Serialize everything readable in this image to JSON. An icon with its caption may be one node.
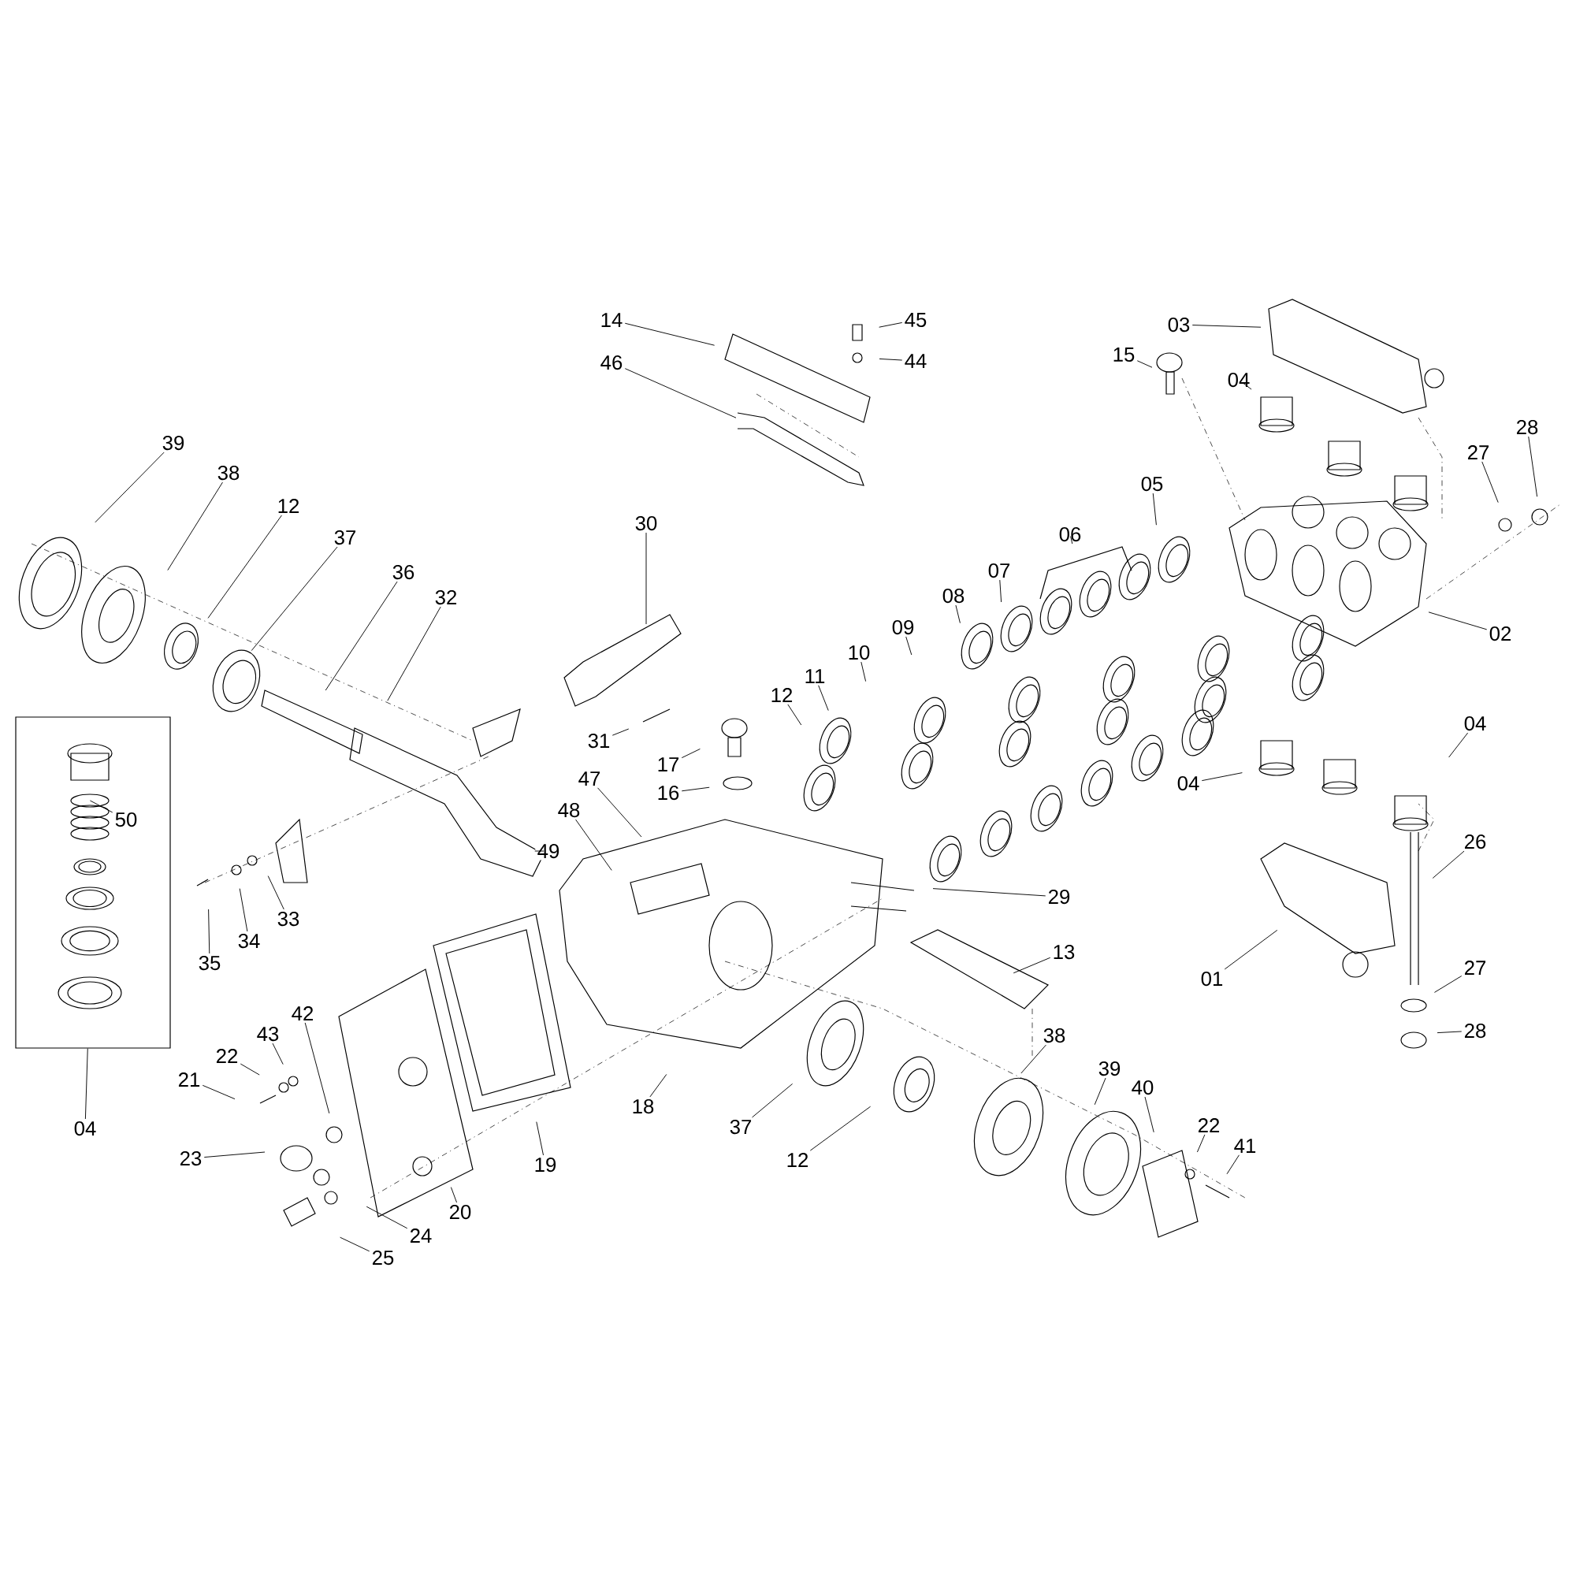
{
  "diagram": {
    "nodes": [
      {
        "text": [
          "14"
        ]
      },
      {
        "text": [
          "45"
        ]
      },
      {
        "text": [
          "44"
        ]
      },
      {
        "text": [
          "46"
        ]
      },
      {
        "text": [
          "03"
        ]
      },
      {
        "text": [
          "15"
        ]
      },
      {
        "text": [
          "04"
        ]
      },
      {
        "text": [
          "27"
        ]
      },
      {
        "text": [
          "28"
        ]
      },
      {
        "text": [
          "39"
        ]
      },
      {
        "text": [
          "38"
        ]
      },
      {
        "text": [
          "12"
        ]
      },
      {
        "text": [
          "37"
        ]
      },
      {
        "text": [
          "36"
        ]
      },
      {
        "text": [
          "32"
        ]
      },
      {
        "text": [
          "30"
        ]
      },
      {
        "text": [
          "05"
        ]
      },
      {
        "text": [
          "06"
        ]
      },
      {
        "text": [
          "07"
        ]
      },
      {
        "text": [
          "08"
        ]
      },
      {
        "text": [
          "09"
        ]
      },
      {
        "text": [
          "10"
        ]
      },
      {
        "text": [
          "11"
        ]
      },
      {
        "text": [
          "12"
        ]
      },
      {
        "text": [
          "02"
        ]
      },
      {
        "text": [
          "31"
        ]
      },
      {
        "text": [
          "17"
        ]
      },
      {
        "text": [
          "16"
        ]
      },
      {
        "text": [
          "47"
        ]
      },
      {
        "text": [
          "48"
        ]
      },
      {
        "text": [
          "49"
        ]
      },
      {
        "text": [
          "50"
        ],
        "in": 61
      },
      {
        "text": [
          "04"
        ]
      },
      {
        "text": [
          "04"
        ]
      },
      {
        "text": [
          "26"
        ]
      },
      {
        "text": [
          "33"
        ]
      },
      {
        "text": [
          "34"
        ]
      },
      {
        "text": [
          "35"
        ]
      },
      {
        "text": [
          "29"
        ]
      },
      {
        "text": [
          "13"
        ]
      },
      {
        "text": [
          "01"
        ]
      },
      {
        "text": [
          "27"
        ]
      },
      {
        "text": [
          "28"
        ]
      },
      {
        "text": [
          "04"
        ]
      },
      {
        "text": [
          "42"
        ]
      },
      {
        "text": [
          "22"
        ]
      },
      {
        "text": [
          "43"
        ]
      },
      {
        "text": [
          "21"
        ]
      },
      {
        "text": [
          "18"
        ]
      },
      {
        "text": [
          "19"
        ]
      },
      {
        "text": [
          "20"
        ]
      },
      {
        "text": [
          "23"
        ]
      },
      {
        "text": [
          "24"
        ]
      },
      {
        "text": [
          "25"
        ]
      },
      {
        "text": [
          "37"
        ]
      },
      {
        "text": [
          "12"
        ]
      },
      {
        "text": [
          "38"
        ]
      },
      {
        "text": [
          "39"
        ]
      },
      {
        "text": [
          "40"
        ]
      },
      {
        "text": [
          "22"
        ]
      },
      {
        "text": [
          "41"
        ]
      },
      {
        "text": [],
        "shape": "box"
      }
    ],
    "edges": [
      {
        "from": 0,
        "to": null,
        "arrow": "none"
      },
      {
        "from": 1,
        "to": null,
        "arrow": "none"
      },
      {
        "from": 2,
        "to": null,
        "arrow": "none"
      },
      {
        "from": 3,
        "to": null,
        "arrow": "none"
      },
      {
        "from": 4,
        "to": null,
        "arrow": "none"
      },
      {
        "from": 5,
        "to": null,
        "arrow": "none"
      },
      {
        "from": 6,
        "to": null,
        "arrow": "none"
      },
      {
        "from": 7,
        "to": null,
        "arrow": "none"
      },
      {
        "from": 8,
        "to": null,
        "arrow": "none"
      },
      {
        "from": 9,
        "to": null,
        "arrow": "none"
      },
      {
        "from": 10,
        "to": null,
        "arrow": "none"
      },
      {
        "from": 11,
        "to": null,
        "arrow": "none"
      },
      {
        "from": 12,
        "to": null,
        "arrow": "none"
      },
      {
        "from": 13,
        "to": null,
        "arrow": "none"
      },
      {
        "from": 14,
        "to": null,
        "arrow": "none"
      },
      {
        "from": 15,
        "to": null,
        "arrow": "none"
      },
      {
        "from": 16,
        "to": null,
        "arrow": "none"
      },
      {
        "from": 17,
        "to": null,
        "arrow": "none"
      },
      {
        "from": 18,
        "to": null,
        "arrow": "none"
      },
      {
        "from": 19,
        "to": null,
        "arrow": "none"
      },
      {
        "from": 20,
        "to": null,
        "arrow": "none"
      },
      {
        "from": 21,
        "to": null,
        "arrow": "none"
      },
      {
        "from": 22,
        "to": null,
        "arrow": "none"
      },
      {
        "from": 23,
        "to": null,
        "arrow": "none"
      },
      {
        "from": 24,
        "to": null,
        "arrow": "none"
      },
      {
        "from": 25,
        "to": null,
        "arrow": "none"
      },
      {
        "from": 26,
        "to": null,
        "arrow": "none"
      },
      {
        "from": 27,
        "to": null,
        "arrow": "none"
      },
      {
        "from": 28,
        "to": null,
        "arrow": "none"
      },
      {
        "from": 29,
        "to": null,
        "arrow": "none"
      },
      {
        "from": 30,
        "to": null,
        "arrow": "none"
      },
      {
        "from": 31,
        "to": null,
        "arrow": "none"
      },
      {
        "from": 32,
        "to": null,
        "arrow": "none"
      },
      {
        "from": 33,
        "to": null,
        "arrow": "none"
      },
      {
        "from": 34,
        "to": null,
        "arrow": "none"
      },
      {
        "from": 35,
        "to": null,
        "arrow": "none"
      },
      {
        "from": 36,
        "to": null,
        "arrow": "none"
      },
      {
        "from": 37,
        "to": null,
        "arrow": "none"
      },
      {
        "from": 38,
        "to": null,
        "arrow": "none"
      },
      {
        "from": 39,
        "to": null,
        "arrow": "none"
      },
      {
        "from": 40,
        "to": null,
        "arrow": "none"
      },
      {
        "from": 41,
        "to": null,
        "arrow": "none"
      },
      {
        "from": 42,
        "to": null,
        "arrow": "none"
      },
      {
        "from": 43,
        "to": 61,
        "arrow": "none"
      },
      {
        "from": 44,
        "to": null,
        "arrow": "none"
      },
      {
        "from": 45,
        "to": null,
        "arrow": "none"
      },
      {
        "from": 46,
        "to": null,
        "arrow": "none"
      },
      {
        "from": 47,
        "to": null,
        "arrow": "none"
      },
      {
        "from": 48,
        "to": null,
        "arrow": "none"
      },
      {
        "from": 49,
        "to": null,
        "arrow": "none"
      },
      {
        "from": 50,
        "to": null,
        "arrow": "none"
      },
      {
        "from": 51,
        "to": null,
        "arrow": "none"
      },
      {
        "from": 52,
        "to": null,
        "arrow": "none"
      },
      {
        "from": 53,
        "to": null,
        "arrow": "none"
      },
      {
        "from": 54,
        "to": null,
        "arrow": "none"
      },
      {
        "from": 55,
        "to": null,
        "arrow": "none"
      },
      {
        "from": 56,
        "to": null,
        "arrow": "none"
      },
      {
        "from": 57,
        "to": null,
        "arrow": "none"
      },
      {
        "from": 58,
        "to": null,
        "arrow": "none"
      },
      {
        "from": 59,
        "to": null,
        "arrow": "none"
      },
      {
        "from": 60,
        "to": null,
        "arrow": "none"
      }
    ]
  }
}
